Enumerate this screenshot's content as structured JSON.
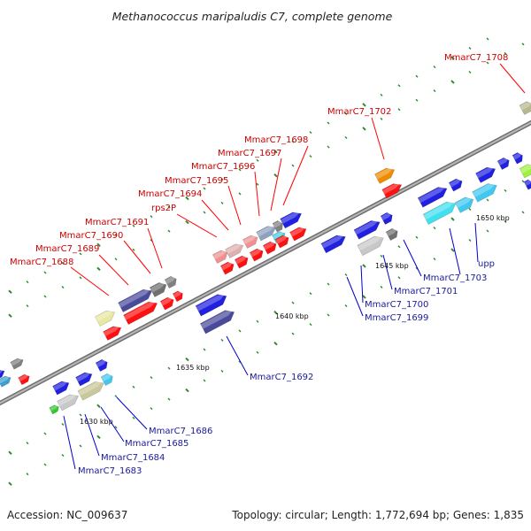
{
  "title": "Methanococcus maripaludis C7, complete genome",
  "footer": {
    "accession": "Accession: NC_009637",
    "topology": "Topology: circular; Length: 1,772,694 bp; Genes: 1,835"
  },
  "colors": {
    "top_label": "#cc0000",
    "bottom_label": "#1a1a99",
    "backbone": "#8c8c8c",
    "tick": "#2e8b2e",
    "leader_top": "#ff0000",
    "leader_bottom": "#0000cc"
  },
  "coordinate_labels": [
    "1630 kbp",
    "1635 kbp",
    "1640 kbp",
    "1645 kbp",
    "1650 kbp"
  ],
  "top_labels": [
    "MmarC7_1688",
    "MmarC7_1689",
    "MmarC7_1690",
    "MmarC7_1691",
    "rps2P",
    "MmarC7_1694",
    "MmarC7_1695",
    "MmarC7_1696",
    "MmarC7_1697",
    "MmarC7_1698",
    "MmarC7_1702",
    "MmarC7_1708"
  ],
  "bottom_labels": [
    "MmarC7_1683",
    "MmarC7_1684",
    "MmarC7_1685",
    "MmarC7_1686",
    "MmarC7_1692",
    "MmarC7_1699",
    "MmarC7_1700",
    "MmarC7_1701",
    "MmarC7_1703",
    "upp"
  ]
}
